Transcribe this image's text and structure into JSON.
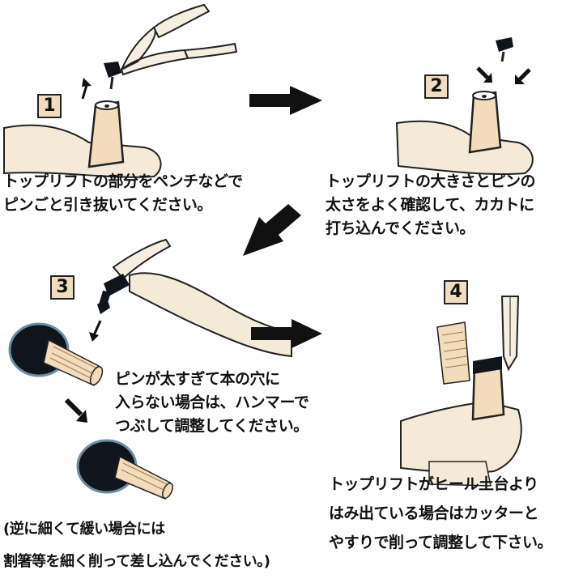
{
  "steps": [
    {
      "number": "1",
      "lines": [
        "トップリフトの部分をペンチなどで",
        "ピンごと引き抜いてください。"
      ]
    },
    {
      "number": "2",
      "lines": [
        "トップリフトの大きさとピンの",
        "太さをよく確認して、カカトに",
        "打ち込んでください。"
      ]
    },
    {
      "number": "3",
      "lines": [
        "ピンが太すぎて本の穴に",
        "入らない場合は、ハンマーで",
        "つぶして調整してください。"
      ]
    },
    {
      "number": "4",
      "lines": [
        "トップリフトがヒール土台より",
        "はみ出ている場合はカッターと",
        "やすりで削って調整して下さい。"
      ]
    }
  ],
  "note": {
    "lines": [
      "(逆に細くて緩い場合には",
      "割箸等を細く削って差し込んでください。)"
    ]
  },
  "colors": {
    "ink": "#111111",
    "number_box": "#f1dcc0",
    "skin": "#f5ead8",
    "wood": "#f3dcbc",
    "rubber": "#10141c",
    "rubber_edge": "#6d8ea6"
  }
}
